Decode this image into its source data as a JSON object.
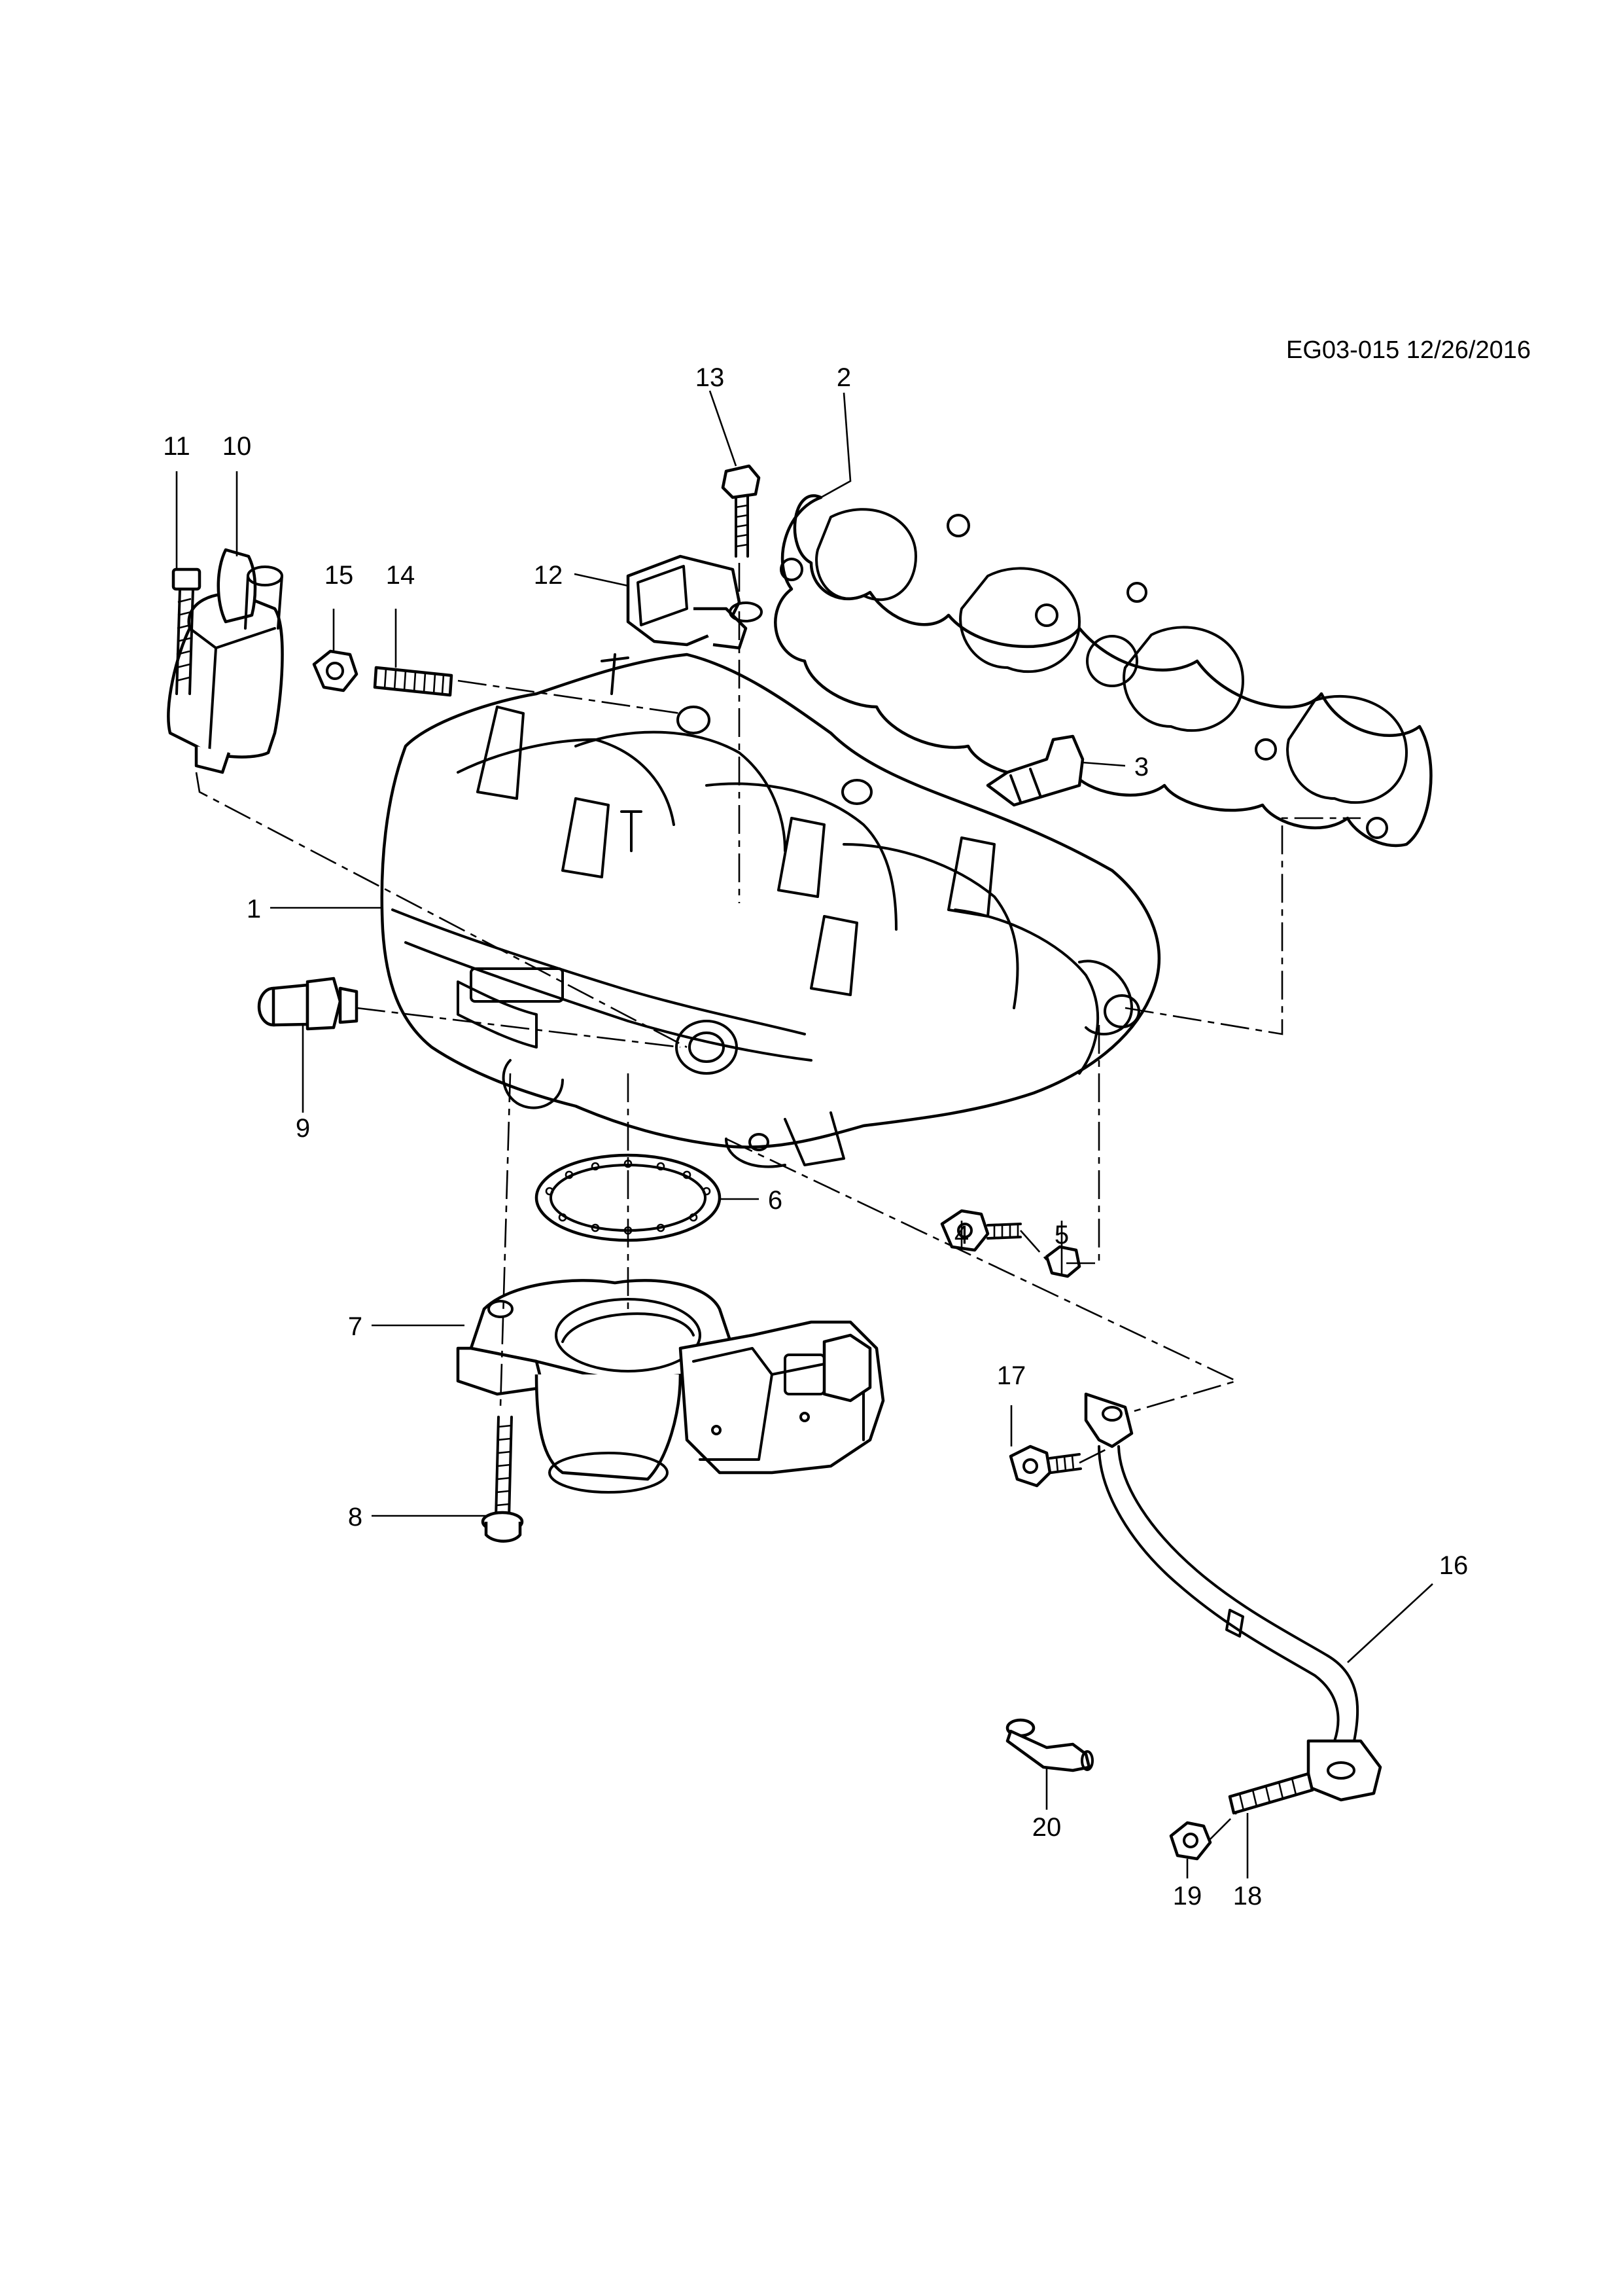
{
  "diagram": {
    "reference": "EG03-015 12/26/2016",
    "callouts": [
      "1",
      "2",
      "3",
      "4",
      "5",
      "6",
      "7",
      "8",
      "9",
      "10",
      "11",
      "12",
      "13",
      "14",
      "15",
      "16",
      "17",
      "18",
      "19",
      "20"
    ]
  }
}
